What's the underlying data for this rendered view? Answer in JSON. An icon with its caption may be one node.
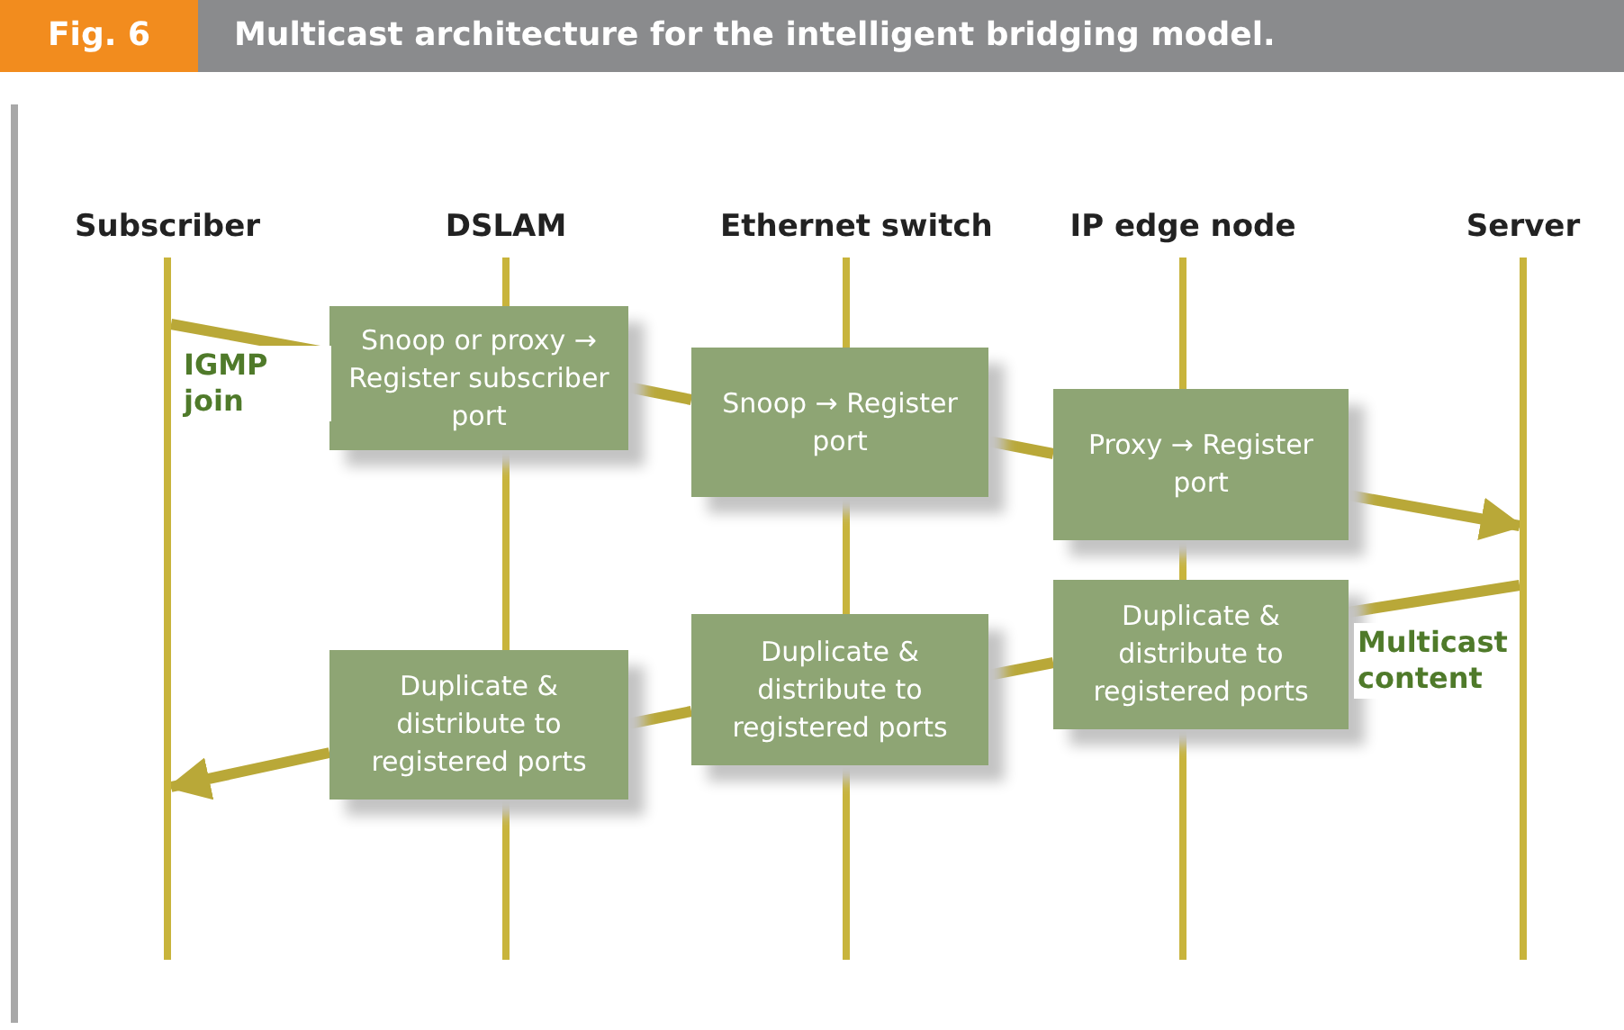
{
  "diagram": {
    "title": "Multicast architecture for the intelligent bridging model.",
    "nodes": [
      {
        "text": [
          "Subscriber"
        ]
      },
      {
        "text": [
          "DSLAM"
        ]
      },
      {
        "text": [
          "Ethernet switch"
        ]
      },
      {
        "text": [
          "IP edge node"
        ]
      },
      {
        "text": [
          "Server"
        ]
      },
      {
        "text": [
          "Snoop or proxy → Register subscriber port"
        ]
      },
      {
        "text": [
          "Snoop → Register port"
        ]
      },
      {
        "text": [
          "Proxy → Register port"
        ]
      },
      {
        "text": [
          "Duplicate & distribute to registered ports"
        ]
      },
      {
        "text": [
          "Duplicate & distribute to registered ports"
        ]
      },
      {
        "text": [
          "Duplicate & distribute to registered ports"
        ]
      }
    ],
    "edges": [
      {
        "from": 0,
        "to": 5,
        "arrow": "none",
        "label": "IGMP join"
      },
      {
        "from": 5,
        "to": 6,
        "arrow": "none"
      },
      {
        "from": 6,
        "to": 7,
        "arrow": "none"
      },
      {
        "from": 7,
        "to": 4,
        "arrow": "to"
      },
      {
        "from": 4,
        "to": 8,
        "arrow": "none",
        "label": "Multicast content"
      },
      {
        "from": 8,
        "to": 9,
        "arrow": "none"
      },
      {
        "from": 9,
        "to": 10,
        "arrow": "none"
      },
      {
        "from": 10,
        "to": 0,
        "arrow": "to"
      }
    ],
    "labels": [
      "Fig. 6"
    ]
  }
}
